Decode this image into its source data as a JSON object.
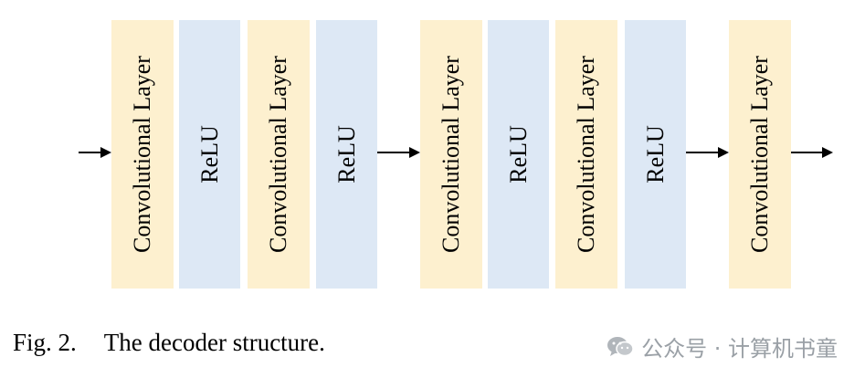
{
  "diagram": {
    "colors": {
      "conv": "#fdf0cf",
      "relu": "#dde8f5",
      "arrow": "#000000"
    },
    "blocks": [
      {
        "label": "Convolutional Layer",
        "kind": "conv"
      },
      {
        "label": "ReLU",
        "kind": "relu"
      },
      {
        "label": "Convolutional Layer",
        "kind": "conv"
      },
      {
        "label": "ReLU",
        "kind": "relu"
      },
      {
        "label": "Convolutional Layer",
        "kind": "conv"
      },
      {
        "label": "ReLU",
        "kind": "relu"
      },
      {
        "label": "Convolutional Layer",
        "kind": "conv"
      },
      {
        "label": "ReLU",
        "kind": "relu"
      },
      {
        "label": "Convolutional Layer",
        "kind": "conv"
      }
    ]
  },
  "caption": {
    "fig": "Fig. 2.",
    "text": "The decoder structure."
  },
  "watermark": {
    "text": "公众号 · 计算机书童",
    "icon": "wechat-icon"
  }
}
